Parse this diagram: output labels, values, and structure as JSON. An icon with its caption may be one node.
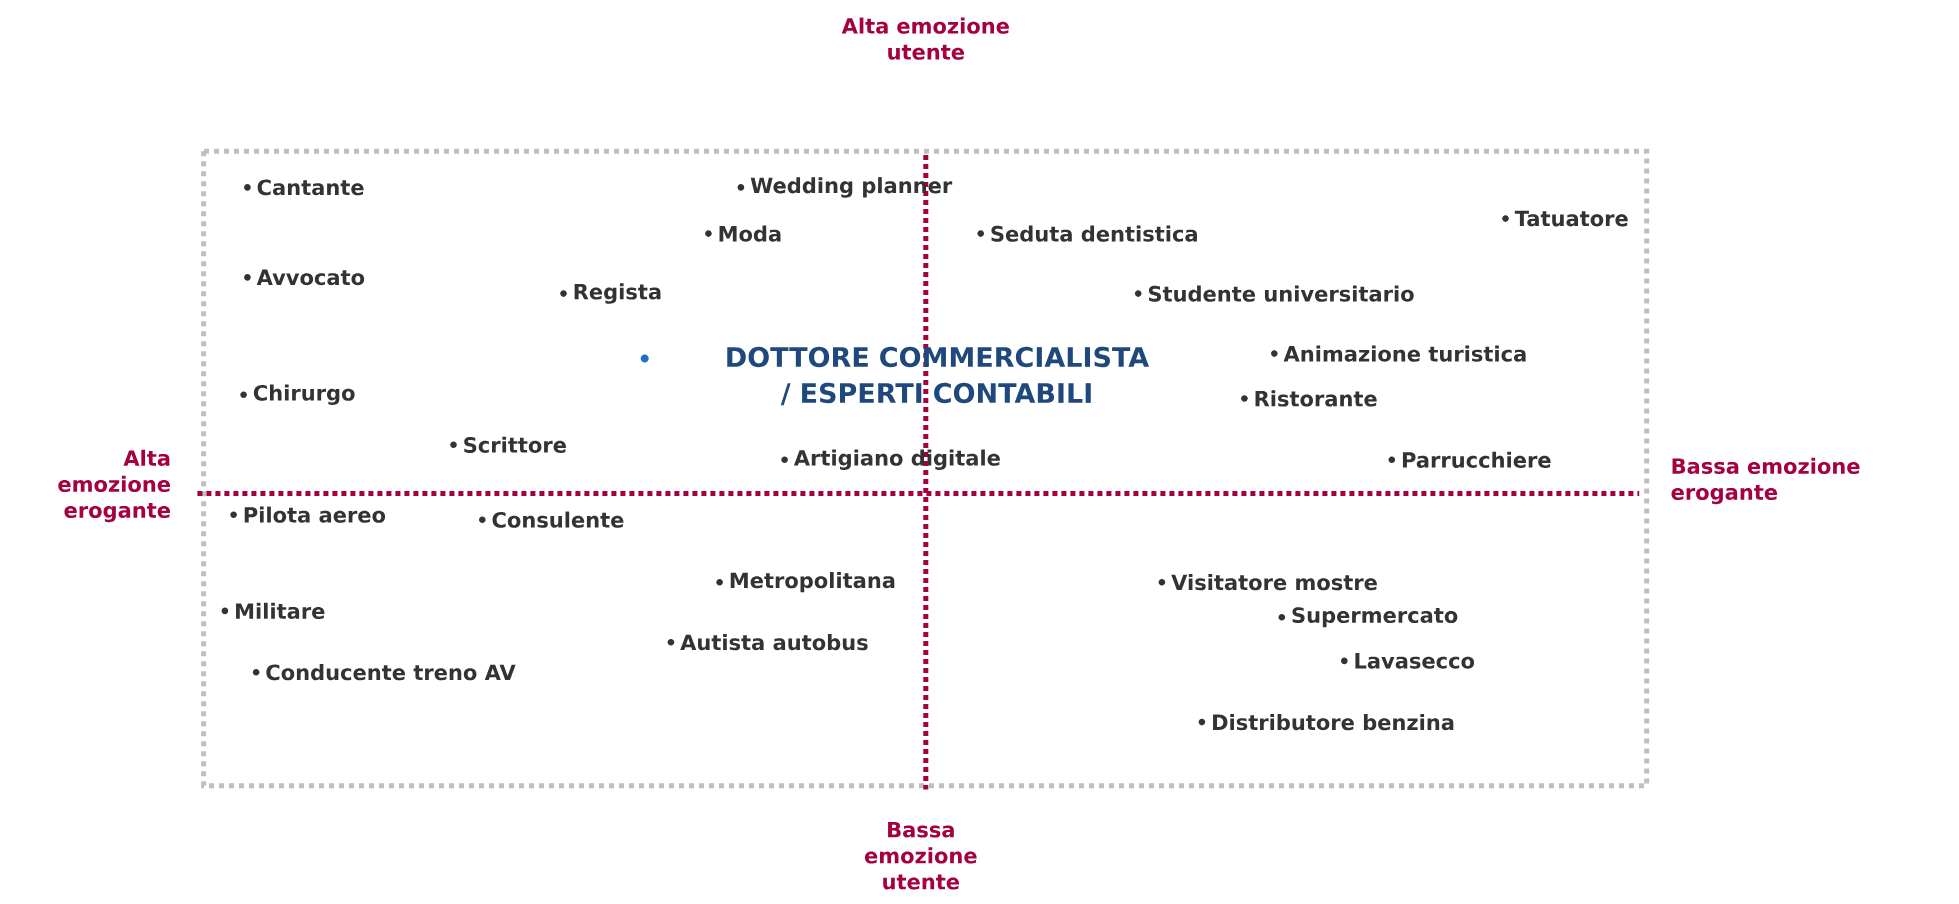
{
  "diagram": {
    "labels": [
      "Alta emozione utente",
      "Cantante",
      "Wedding planner",
      "Tatuatore",
      "Moda",
      "Seduta dentistica",
      "Avvocato",
      "Regista",
      "Studente universitario",
      "DOTTORE COMMERCIALISTA / ESPERTI CONTABILI",
      "Animazione turistica",
      "Chirurgo",
      "Ristorante",
      "Scrittore",
      "Artigiano digitale",
      "Parrucchiere",
      "Alta emozione erogante",
      "Bassa emozione erogante",
      "Pilota aereo",
      "Consulente",
      "Metropolitana",
      "Visitatore mostre",
      "Militare",
      "Supermercato",
      "Autista autobus",
      "Lavasecco",
      "Conducente treno AV",
      "Distributore benzina",
      "Bassa emozione utente"
    ]
  }
}
